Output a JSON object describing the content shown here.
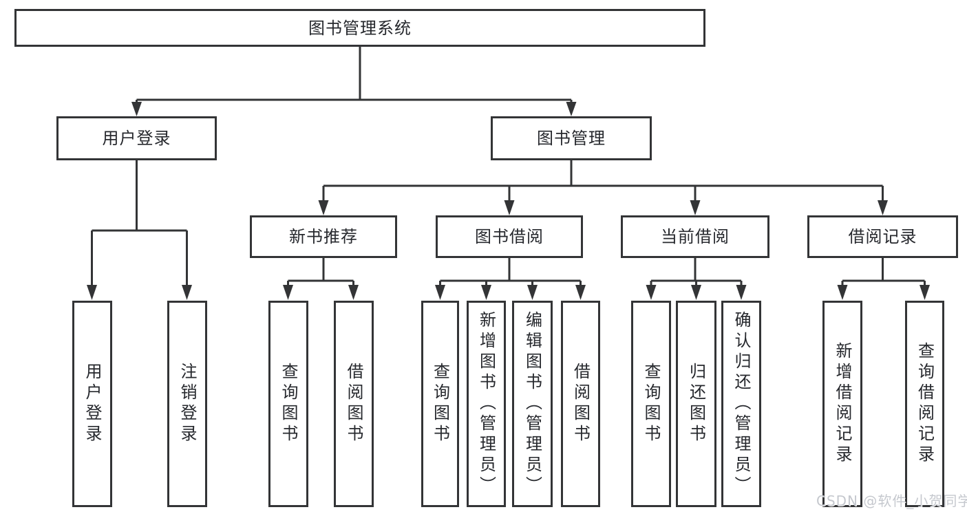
{
  "diagram": {
    "title": "图书管理系统",
    "watermark": "CSDN @软件_小贺同学",
    "nodes": {
      "root": {
        "label": "图书管理系统"
      },
      "user_login": {
        "label": "用户登录"
      },
      "book_mgmt": {
        "label": "图书管理"
      },
      "new_book_rec": {
        "label": "新书推荐"
      },
      "book_borrow": {
        "label": "图书借阅"
      },
      "current_borrow": {
        "label": "当前借阅"
      },
      "borrow_record": {
        "label": "借阅记录"
      },
      "leaf_user_login": {
        "label": "用户登录"
      },
      "leaf_logout": {
        "label": "注销登录"
      },
      "leaf_query_book_1": {
        "label": "查询图书"
      },
      "leaf_borrow_book_1": {
        "label": "借阅图书"
      },
      "leaf_query_book_2": {
        "label": "查询图书"
      },
      "leaf_add_book": {
        "label": "新增图书（管理员）"
      },
      "leaf_edit_book": {
        "label": "编辑图书（管理员）"
      },
      "leaf_borrow_book_2": {
        "label": "借阅图书"
      },
      "leaf_query_book_3": {
        "label": "查询图书"
      },
      "leaf_return_book": {
        "label": "归还图书"
      },
      "leaf_confirm_return": {
        "label": "确认归还（管理员）"
      },
      "leaf_add_record": {
        "label": "新增借阅记录"
      },
      "leaf_query_record": {
        "label": "查询借阅记录"
      }
    },
    "hierarchy": [
      {
        "parent": "root",
        "children": [
          "user_login",
          "book_mgmt"
        ]
      },
      {
        "parent": "user_login",
        "children": [
          "leaf_user_login",
          "leaf_logout"
        ]
      },
      {
        "parent": "book_mgmt",
        "children": [
          "new_book_rec",
          "book_borrow",
          "current_borrow",
          "borrow_record"
        ]
      },
      {
        "parent": "new_book_rec",
        "children": [
          "leaf_query_book_1",
          "leaf_borrow_book_1"
        ]
      },
      {
        "parent": "book_borrow",
        "children": [
          "leaf_query_book_2",
          "leaf_add_book",
          "leaf_edit_book",
          "leaf_borrow_book_2"
        ]
      },
      {
        "parent": "current_borrow",
        "children": [
          "leaf_query_book_3",
          "leaf_return_book",
          "leaf_confirm_return"
        ]
      },
      {
        "parent": "borrow_record",
        "children": [
          "leaf_add_record",
          "leaf_query_record"
        ]
      }
    ],
    "colors": {
      "line": "#333436",
      "text": "#26282d",
      "background": "#ffffff",
      "watermark_text": "#c5c8ce"
    }
  }
}
